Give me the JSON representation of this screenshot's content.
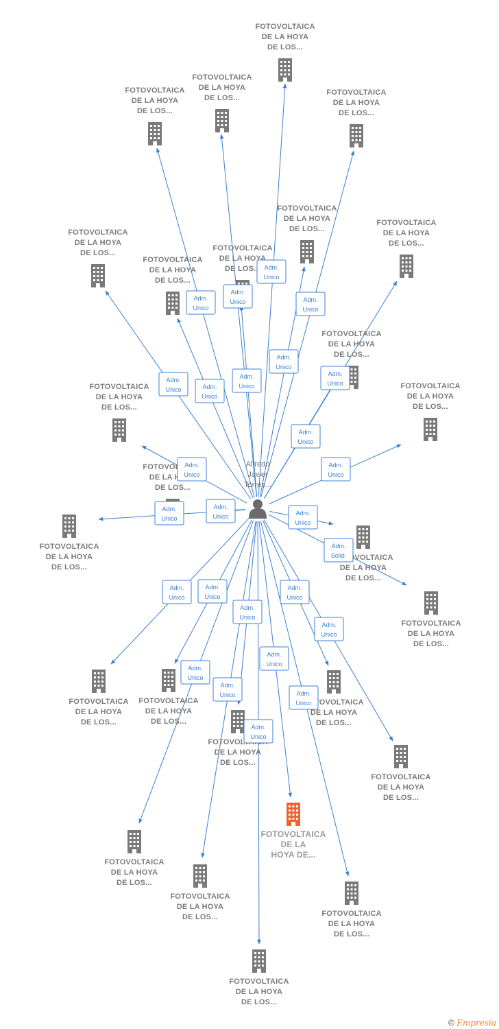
{
  "center": {
    "label": [
      "Alfredo",
      "Javier",
      "Torres..."
    ]
  },
  "footer": {
    "copyright": "©",
    "brand": "Empresia"
  },
  "colors": {
    "edge": "#3b7fd1",
    "node": "#7a7a7a",
    "highlight": "#f06232"
  },
  "companies": [
    {
      "id": "c1",
      "label": [
        "FOTOVOLTAICA",
        "DE LA HOYA",
        "DE LOS..."
      ],
      "role": [
        "Adm.",
        "Unico"
      ]
    },
    {
      "id": "c2",
      "label": [
        "FOTOVOLTAICA",
        "DE LA HOYA",
        "DE LOS..."
      ],
      "role": [
        "Adm.",
        "Unico"
      ]
    },
    {
      "id": "c3",
      "label": [
        "FOTOVOLTAICA",
        "DE LA HOYA",
        "DE LOS..."
      ],
      "role": [
        "Adm.",
        "Unico"
      ]
    },
    {
      "id": "c4",
      "label": [
        "FOTOVOLTAICA",
        "DE LA HOYA",
        "DE LOS..."
      ],
      "role": [
        "Adm.",
        "Unico"
      ]
    },
    {
      "id": "c5",
      "label": [
        "FOTOVOLTAICA",
        "DE LA HOYA",
        "DE LOS..."
      ],
      "role": [
        "Adm.",
        "Unico"
      ]
    },
    {
      "id": "c6",
      "label": [
        "FOTOVOLTAICA",
        "DE LA HOYA",
        "DE LOS..."
      ],
      "role": [
        "Adm.",
        "Unico"
      ]
    },
    {
      "id": "c7",
      "label": [
        "FOTOVOLTAICA",
        "DE LA HOYA",
        "DE LOS..."
      ],
      "role": [
        "Adm.",
        "Unico"
      ]
    },
    {
      "id": "c8",
      "label": [
        "FOTOVOLTAICA",
        "DE LA HOYA",
        "DE LOS..."
      ],
      "role": [
        "Adm.",
        "Unico"
      ]
    },
    {
      "id": "c9",
      "label": [
        "FOTOVOLTAICA",
        "DE LA HOYA",
        "DE LOS..."
      ],
      "role": [
        "Adm.",
        "Unico"
      ]
    },
    {
      "id": "c10",
      "label": [
        "FOTOVOLTAICA",
        "DE LA HOYA",
        "DE LOS..."
      ],
      "role": [
        "Adm.",
        "Unico"
      ]
    },
    {
      "id": "c11",
      "label": [
        "FOTOVOLTAICA",
        "DE LA HOYA",
        "DE LOS..."
      ],
      "role": [
        "Adm.",
        "Unico"
      ]
    },
    {
      "id": "c12",
      "label": [
        "FOTOVOLTAICA",
        "DE LA HOYA",
        "DE LOS..."
      ],
      "role": [
        "Adm.",
        "Unico"
      ]
    },
    {
      "id": "c13",
      "label": [
        "FOTOVOLTAICA",
        "DE LA HOYA",
        "DE LOS..."
      ],
      "role": [
        "Adm.",
        "Unico"
      ]
    },
    {
      "id": "c14",
      "label": [
        "FOTOVOLTAICA",
        "DE LA HOYA",
        "DE LOS..."
      ],
      "role": [
        "Adm.",
        "Unico"
      ]
    },
    {
      "id": "c15",
      "label": [
        "FOTOVOLTAICA",
        "DE LA HOYA",
        "DE LOS..."
      ],
      "role": [
        "Adm.",
        "Unico"
      ]
    },
    {
      "id": "c16",
      "label": [
        "FOTOVOLTAICA",
        "DE LA HOYA",
        "DE LOS..."
      ],
      "role": [
        "Adm.",
        "Solid."
      ]
    },
    {
      "id": "c17",
      "label": [
        "FOTOVOLTAICA",
        "DE LA HOYA",
        "DE LOS..."
      ],
      "role": [
        "Adm.",
        "Unico"
      ]
    },
    {
      "id": "c18",
      "label": [
        "FOTOVOLTAICA",
        "DE LA HOYA",
        "DE LOS..."
      ],
      "role": [
        "Adm.",
        "Unico"
      ]
    },
    {
      "id": "c19",
      "label": [
        "FOTOVOLTAICA",
        "DE LA HOYA",
        "DE LOS..."
      ],
      "role": [
        "Adm.",
        "Unico"
      ]
    },
    {
      "id": "c20",
      "label": [
        "FOTOVOLTAICA",
        "DE LA HOYA",
        "DE LOS..."
      ],
      "role": [
        "Adm.",
        "Unico"
      ]
    },
    {
      "id": "c21",
      "label": [
        "FOTOVOLTAICA",
        "DE LA HOYA",
        "DE LOS..."
      ],
      "role": [
        "Adm.",
        "Unico"
      ]
    },
    {
      "id": "c22",
      "label": [
        "FOTOVOLTAICA",
        "DE LA HOYA",
        "DE LOS..."
      ],
      "role": [
        "Adm.",
        "Unico"
      ]
    },
    {
      "id": "c23",
      "label": [
        "FOTOVOLTAICA",
        "DE LA HOYA",
        "DE LOS..."
      ],
      "role": [
        "Adm.",
        "Unico"
      ]
    },
    {
      "id": "c24",
      "label": [
        "FOTOVOLTAICA",
        "DE LA",
        "HOYA DE..."
      ],
      "role": [
        "Adm.",
        "Unico"
      ],
      "highlight": true
    },
    {
      "id": "c25",
      "label": [
        "FOTOVOLTAICA",
        "DE LA HOYA",
        "DE LOS..."
      ],
      "role": [
        "Adm.",
        "Unico"
      ]
    },
    {
      "id": "c26",
      "label": [
        "FOTOVOLTAICA",
        "DE LA HOYA",
        "DE LOS..."
      ],
      "role": [
        "Adm.",
        "Unico"
      ]
    },
    {
      "id": "c27",
      "label": [
        "FOTOVOLTAICA",
        "DE LA HOYA",
        "DE LOS..."
      ],
      "role": [
        "Adm.",
        "Unico"
      ]
    }
  ]
}
